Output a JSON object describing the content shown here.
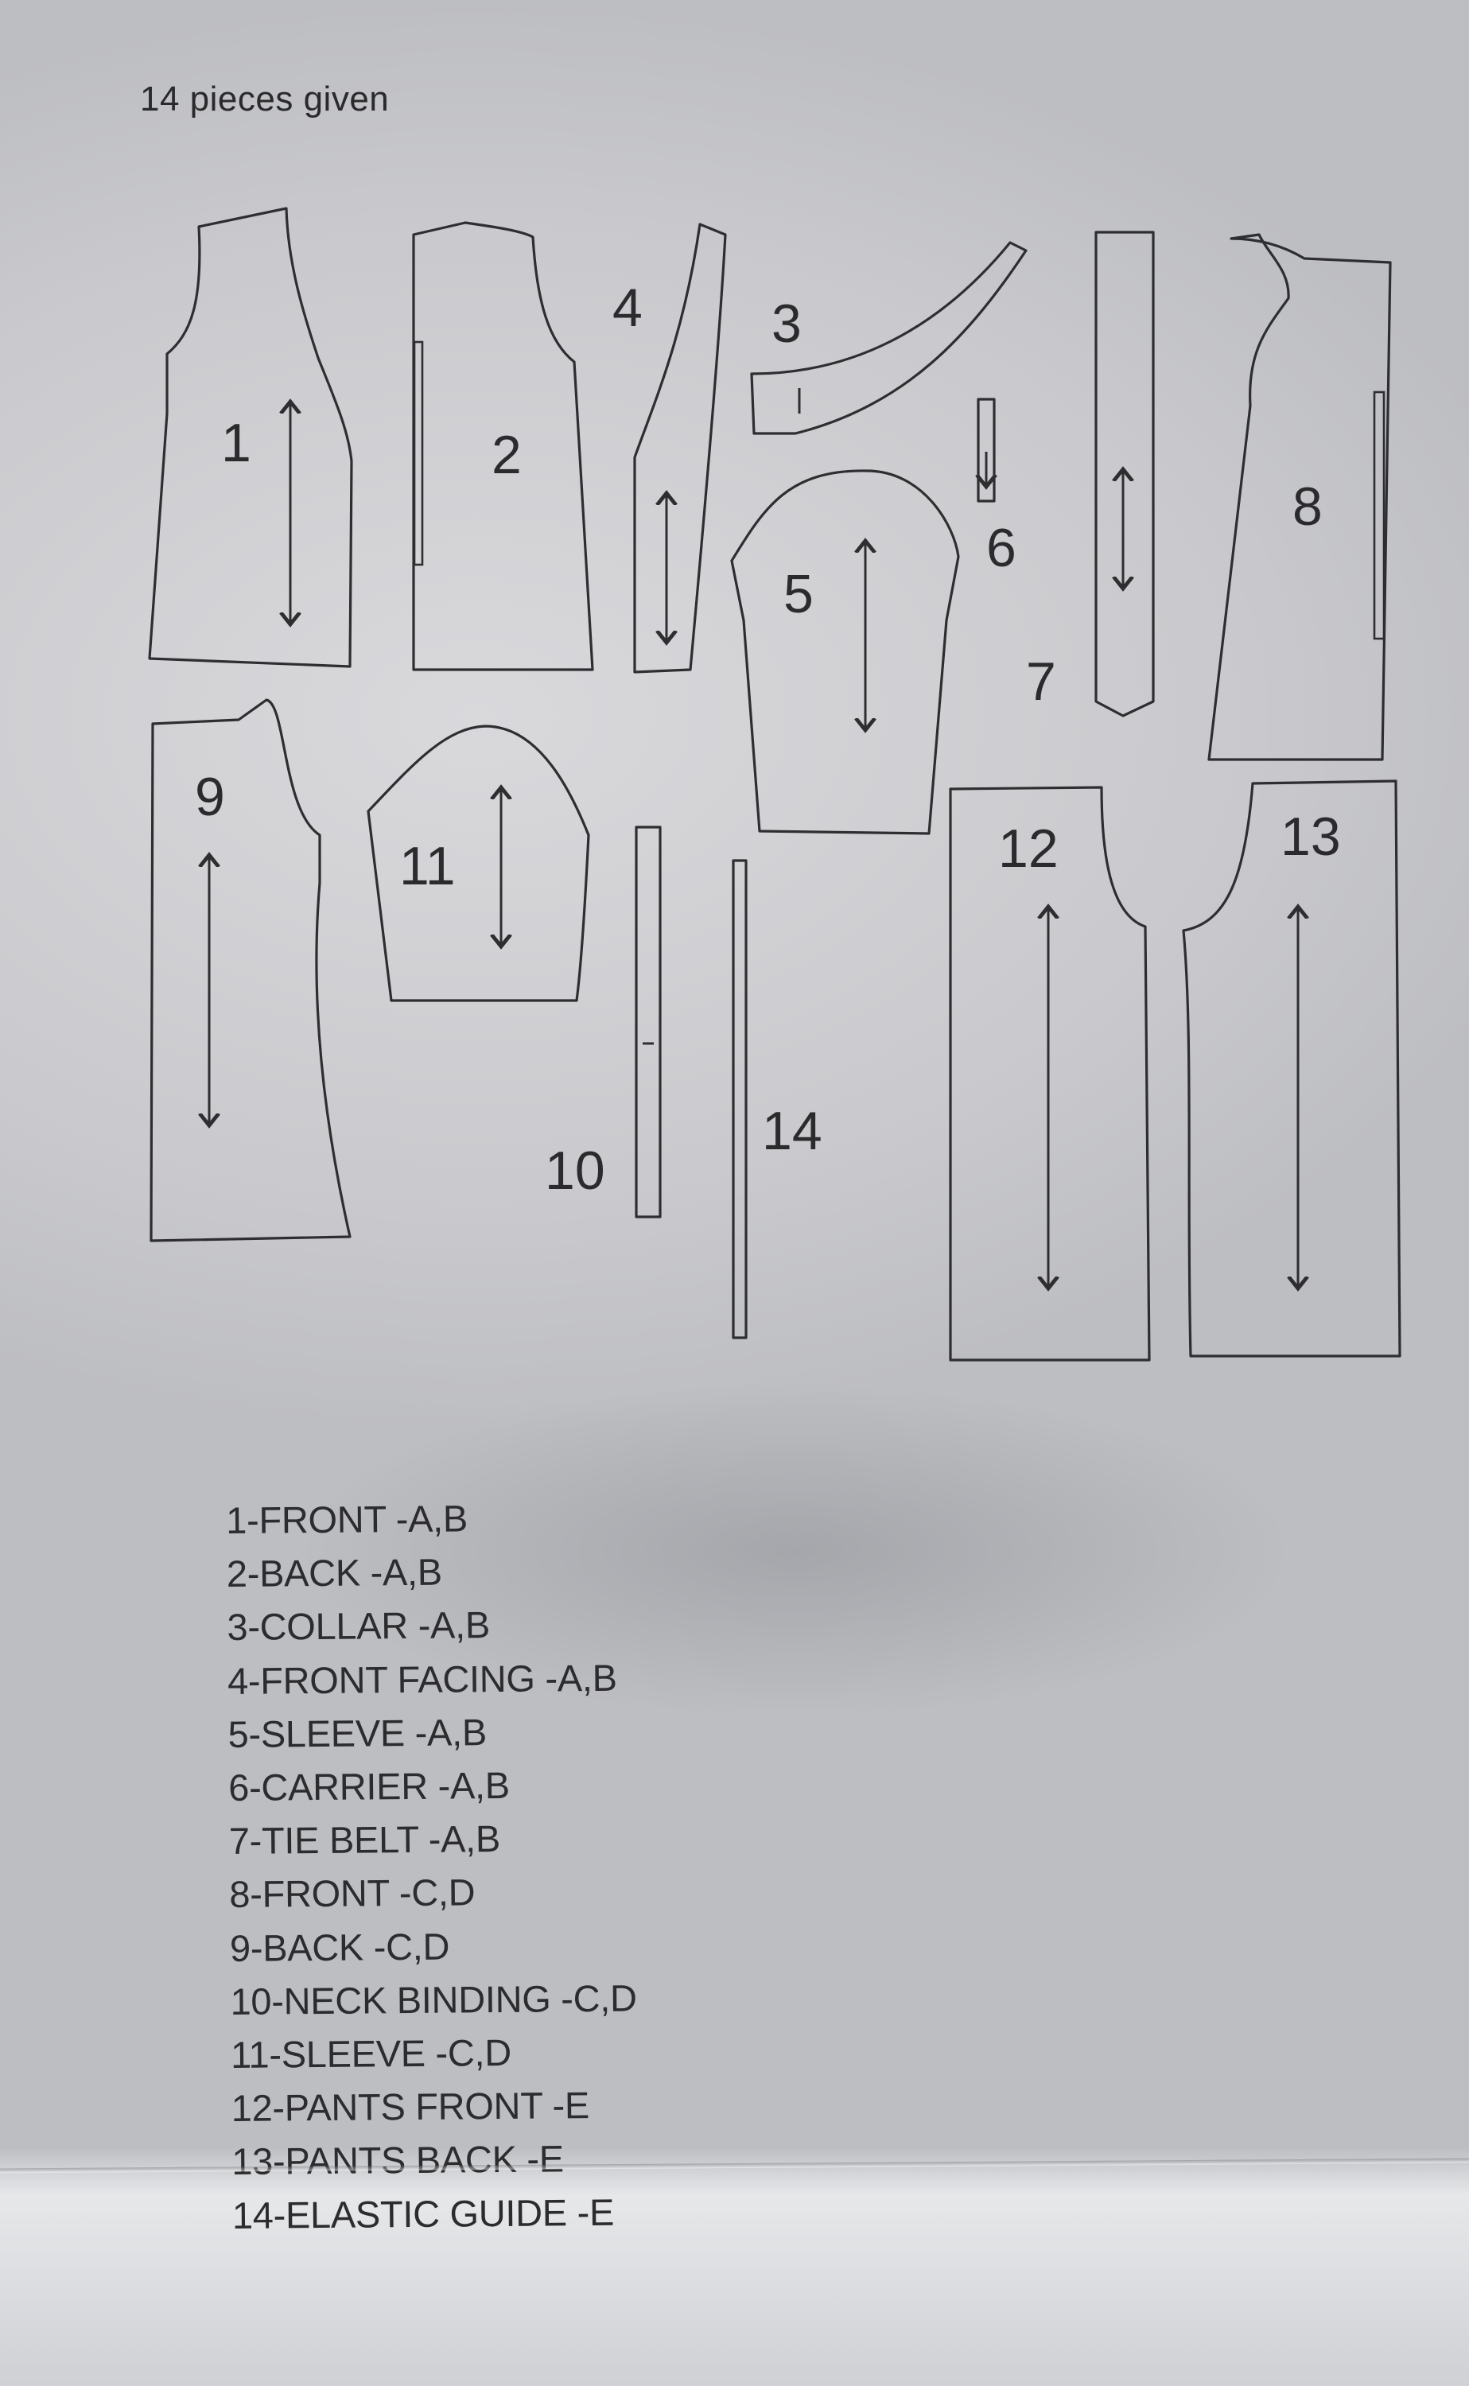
{
  "heading": "14 pieces given",
  "pieces": [
    {
      "number": "1"
    },
    {
      "number": "2"
    },
    {
      "number": "3"
    },
    {
      "number": "4"
    },
    {
      "number": "5"
    },
    {
      "number": "6"
    },
    {
      "number": "7"
    },
    {
      "number": "8"
    },
    {
      "number": "9"
    },
    {
      "number": "10"
    },
    {
      "number": "11"
    },
    {
      "number": "12"
    },
    {
      "number": "13"
    },
    {
      "number": "14"
    }
  ],
  "legend": [
    "1-FRONT -A,B",
    "2-BACK -A,B",
    "3-COLLAR -A,B",
    "4-FRONT FACING -A,B",
    "5-SLEEVE -A,B",
    "6-CARRIER -A,B",
    "7-TIE BELT -A,B",
    "8-FRONT -C,D",
    "9-BACK -C,D",
    "10-NECK BINDING -C,D",
    "11-SLEEVE -C,D",
    "12-PANTS FRONT -E",
    "13-PANTS BACK -E",
    "14-ELASTIC GUIDE -E"
  ]
}
